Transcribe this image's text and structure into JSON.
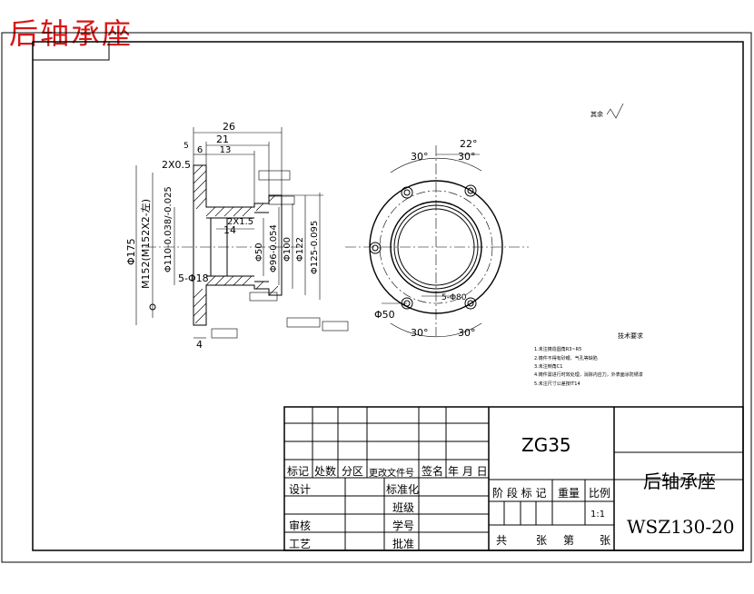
{
  "header_title": "后轴承座",
  "title_block": {
    "material": "ZG35",
    "part_name": "后轴承座",
    "drawing_no": "WSZ130-20",
    "scale": "1:1",
    "rev_headers": [
      "标记",
      "处数",
      "分区",
      "更改文件号",
      "签名",
      "年 月 日"
    ],
    "roles": [
      "设计",
      "审核",
      "工艺"
    ],
    "mid_labels": [
      "标准化",
      "班级",
      "学号",
      "批准"
    ],
    "stage_headers": [
      "阶 段 标 记",
      "重量",
      "比例"
    ],
    "sheet": [
      "共",
      "张",
      "第",
      "张"
    ]
  },
  "dimensions": {
    "d26": "26",
    "d21": "21",
    "d13": "13",
    "d6": "6",
    "d5": "5",
    "c2x05": "2X0.5",
    "d14": "14",
    "d2x15": "2X1.5",
    "d4": "4",
    "holes_left": "5-Φ18",
    "phi175": "Φ175",
    "m152": "M152(M152X2-左)",
    "phi110": "Φ110-0.038/-0.025",
    "phi50": "Φ50",
    "phi96": "Φ96-0.054",
    "phi100": "Φ100",
    "phi122": "Φ122",
    "phi125": "Φ125-0.095",
    "phi50_front": "Φ50",
    "ang30": "30°",
    "ang22": "22°",
    "holes_front": "5-Φ80"
  },
  "tech_notes_title": "技术要求",
  "tech_notes": [
    "1.未注铸造圆角R3~R5",
    "2.铸件不得有砂眼、气孔等缺陷",
    "3.未注倒角C1",
    "4.铸件需进行时效处理，消除内应力，外表面涂防锈漆",
    "5.未注尺寸公差按IT14"
  ],
  "roughness_note": "其余"
}
